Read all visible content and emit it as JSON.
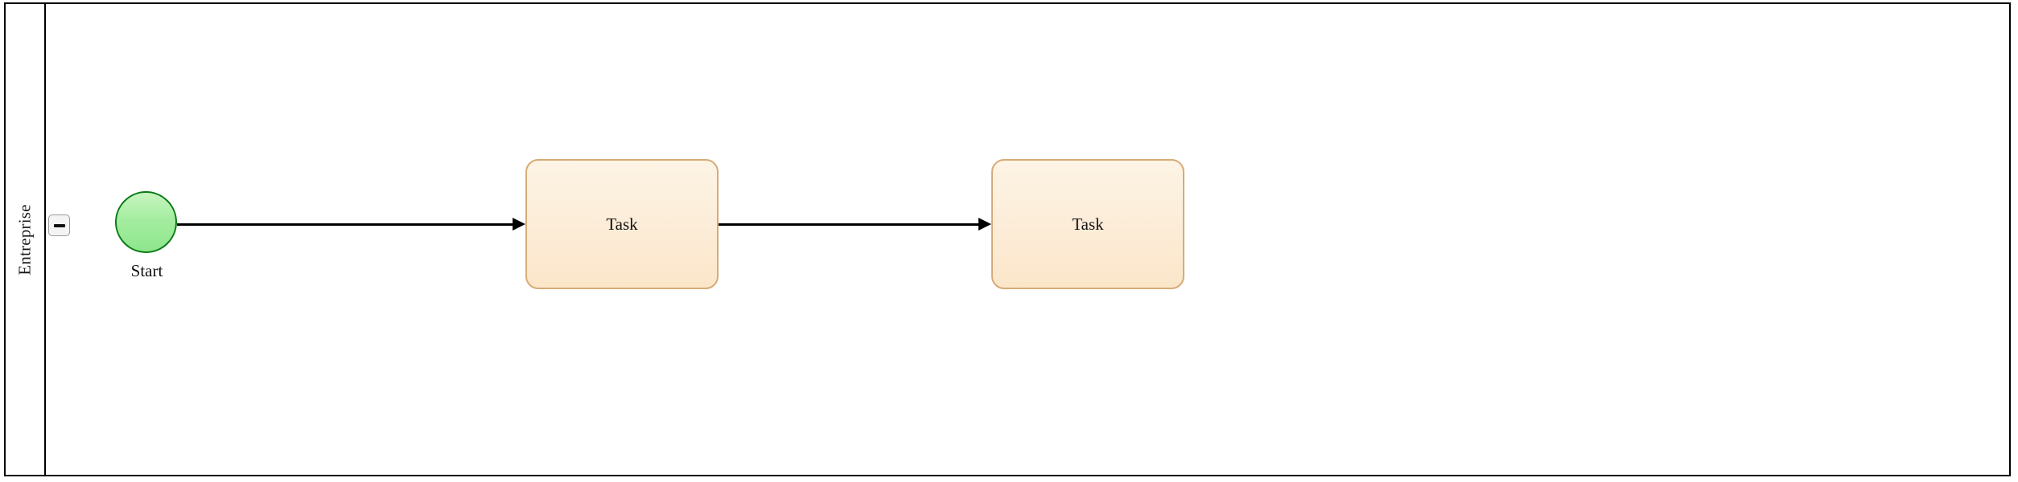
{
  "diagram": {
    "type": "bpmn-process",
    "pool": {
      "lane_label": "Entreprise",
      "collapse_button": {
        "icon": "minus-icon",
        "state": "expanded",
        "tooltip": "Collapse lane"
      }
    },
    "elements": [
      {
        "id": "start-event",
        "type": "start-event",
        "label": "Start",
        "shape": "circle",
        "fill": "#a4eda0",
        "stroke": "#0a7a16"
      },
      {
        "id": "task-1",
        "type": "task",
        "label": "Task",
        "shape": "rounded-rectangle",
        "fill": "#fcecd7",
        "stroke": "#d6ab79"
      },
      {
        "id": "task-2",
        "type": "task",
        "label": "Task",
        "shape": "rounded-rectangle",
        "fill": "#fcecd7",
        "stroke": "#d6ab79"
      }
    ],
    "connections": [
      {
        "id": "flow-1",
        "type": "sequence-flow",
        "from": "start-event",
        "to": "task-1",
        "label": ""
      },
      {
        "id": "flow-2",
        "type": "sequence-flow",
        "from": "task-1",
        "to": "task-2",
        "label": ""
      }
    ],
    "colors": {
      "pool_border": "#000000",
      "canvas_background": "#ffffff",
      "flow_stroke": "#000000",
      "button_fill": "#f4f4f4",
      "button_border": "#999999"
    }
  }
}
